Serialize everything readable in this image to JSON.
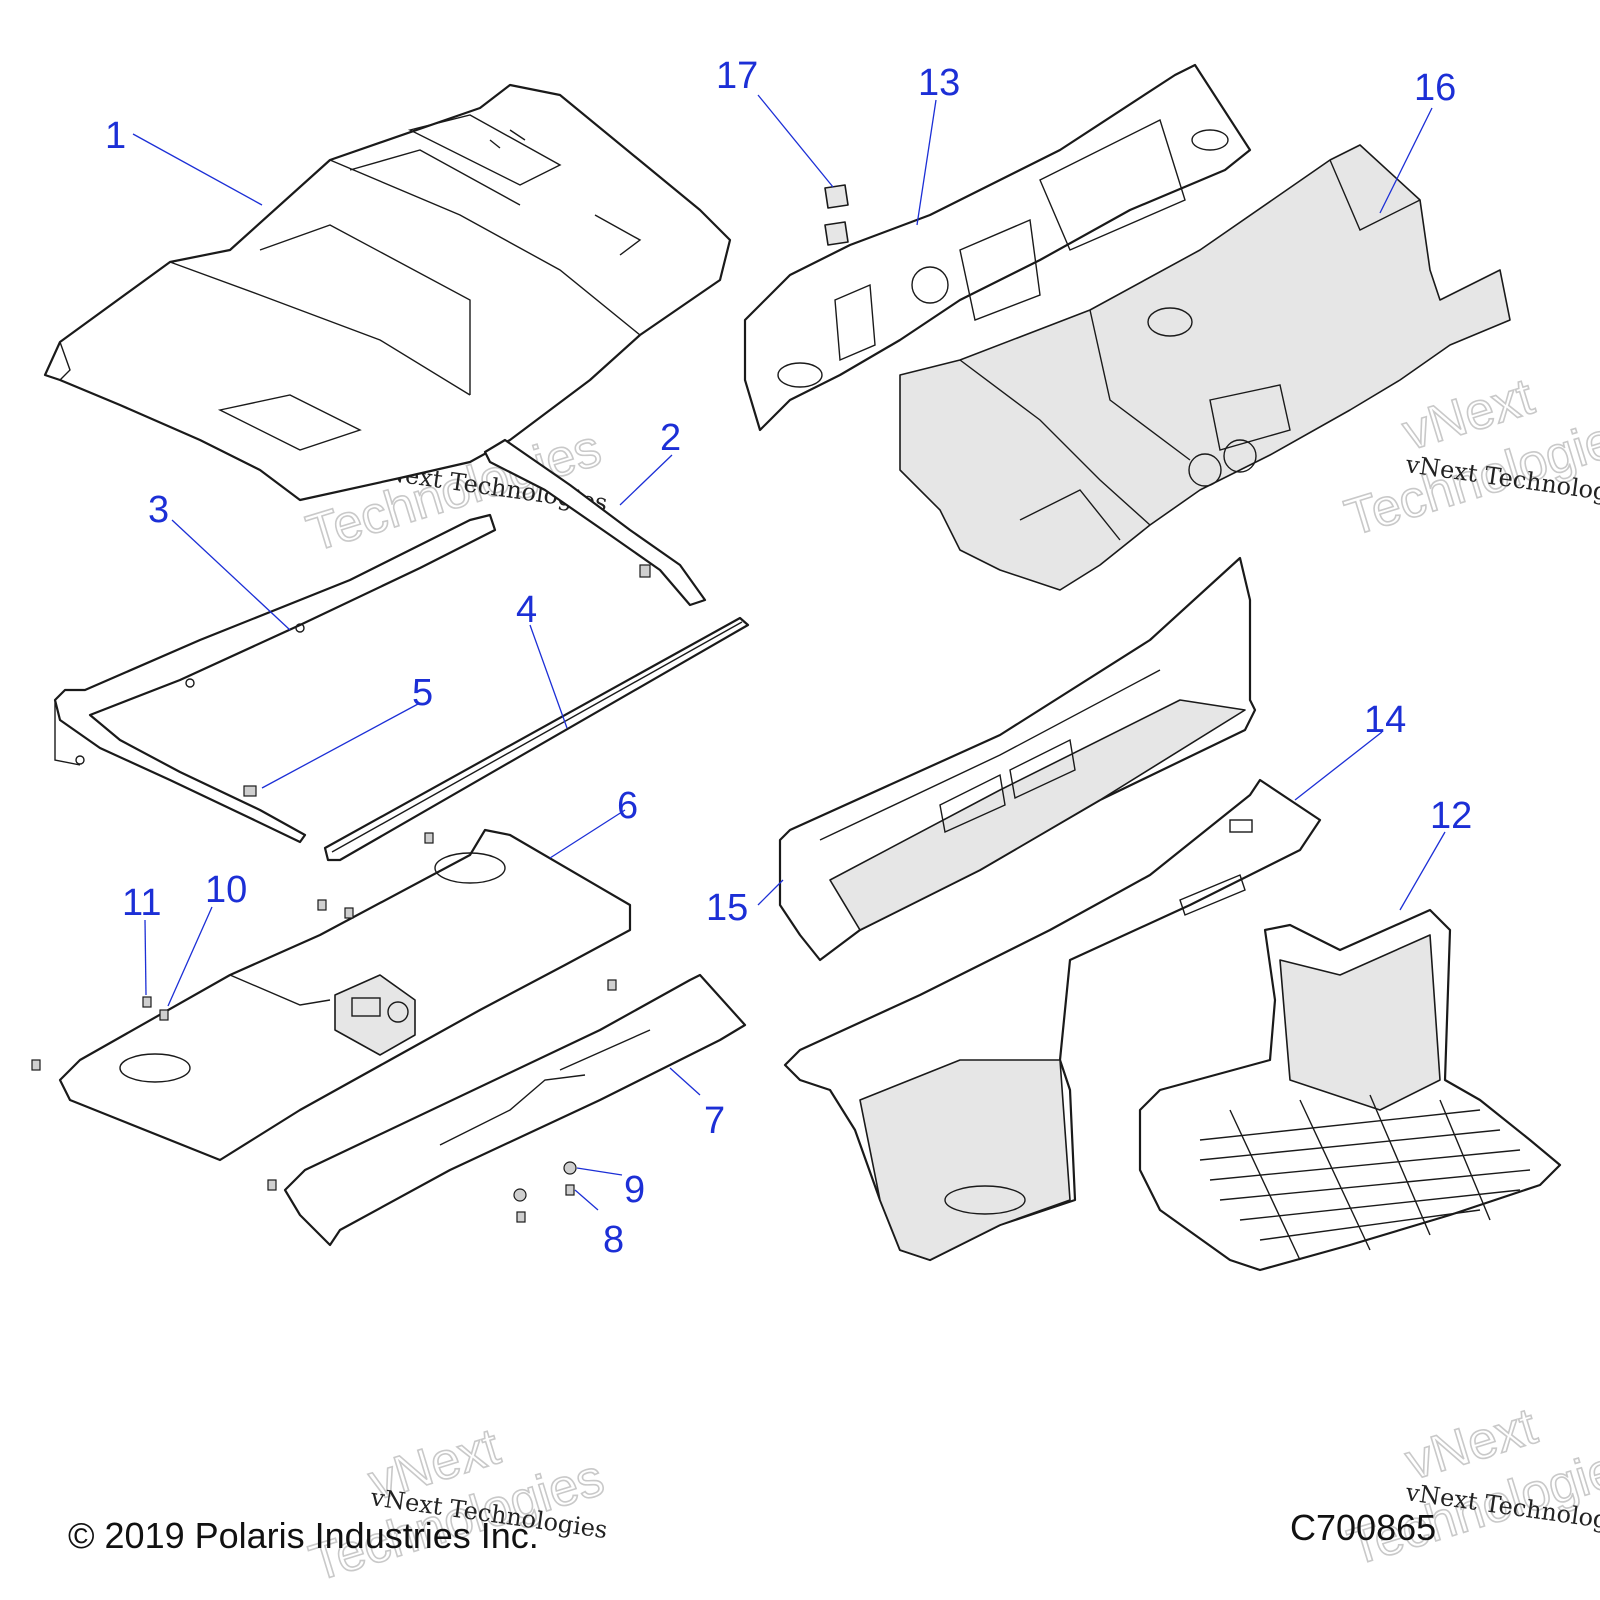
{
  "copyright": "© 2019 Polaris Industries Inc.",
  "drawing_code": "C700865",
  "watermark": {
    "line1": "vNext",
    "line2": "Technologies",
    "caption": "vNext Technologies"
  },
  "callouts": [
    {
      "id": "c1",
      "label": "1"
    },
    {
      "id": "c2",
      "label": "2"
    },
    {
      "id": "c3",
      "label": "3"
    },
    {
      "id": "c4",
      "label": "4"
    },
    {
      "id": "c5",
      "label": "5"
    },
    {
      "id": "c6",
      "label": "6"
    },
    {
      "id": "c7",
      "label": "7"
    },
    {
      "id": "c8",
      "label": "8"
    },
    {
      "id": "c9",
      "label": "9"
    },
    {
      "id": "c10",
      "label": "10"
    },
    {
      "id": "c11",
      "label": "11"
    },
    {
      "id": "c12",
      "label": "12"
    },
    {
      "id": "c13",
      "label": "13"
    },
    {
      "id": "c14",
      "label": "14"
    },
    {
      "id": "c15",
      "label": "15"
    },
    {
      "id": "c16",
      "label": "16"
    },
    {
      "id": "c17",
      "label": "17"
    }
  ],
  "colors": {
    "callout": "#1c2fd6",
    "line": "#1a1a1a",
    "shade": "#e6e6e6"
  }
}
